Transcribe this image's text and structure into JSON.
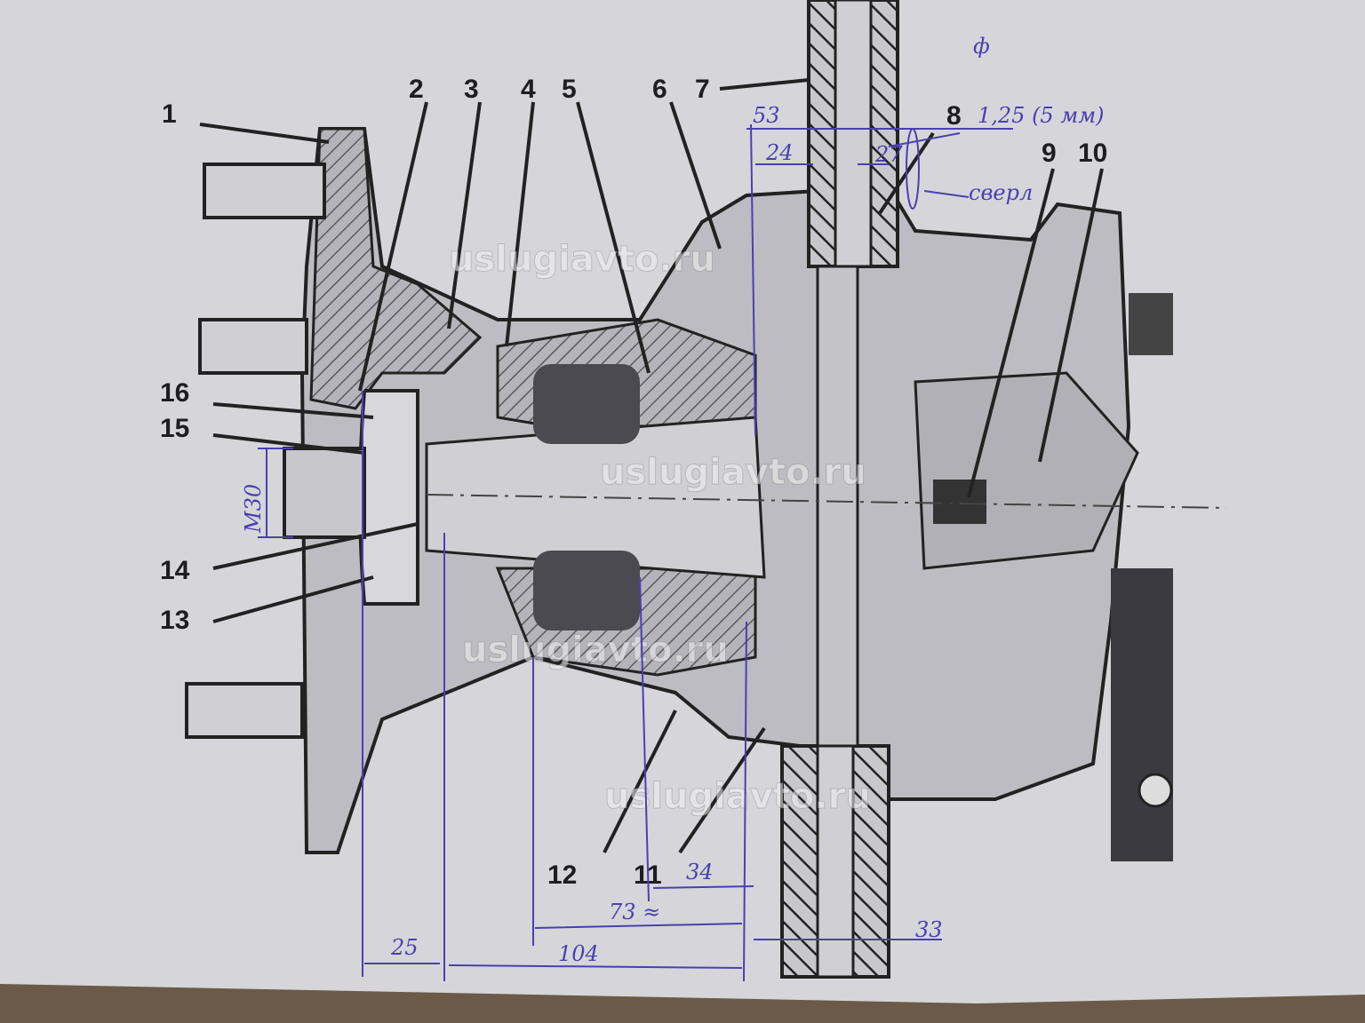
{
  "figure": {
    "callouts": [
      "1",
      "2",
      "3",
      "4",
      "5",
      "6",
      "7",
      "8",
      "9",
      "10",
      "11",
      "12",
      "13",
      "14",
      "15",
      "16"
    ],
    "watermark": "uslugiavto.ru",
    "annotations": {
      "phi": "ф",
      "d53": "53",
      "d24": "24",
      "d27": "27",
      "d125": "1,25 (5 мм)",
      "drill": "сверл",
      "m30": "М30",
      "d34": "34",
      "d73": "73 ≈",
      "d25": "25",
      "d104": "104",
      "d33": "33"
    },
    "colors": {
      "paper": "#d6d6da",
      "ink": "#222222",
      "pen": "#4b3fb0",
      "hatch": "#9a9aa0"
    }
  }
}
